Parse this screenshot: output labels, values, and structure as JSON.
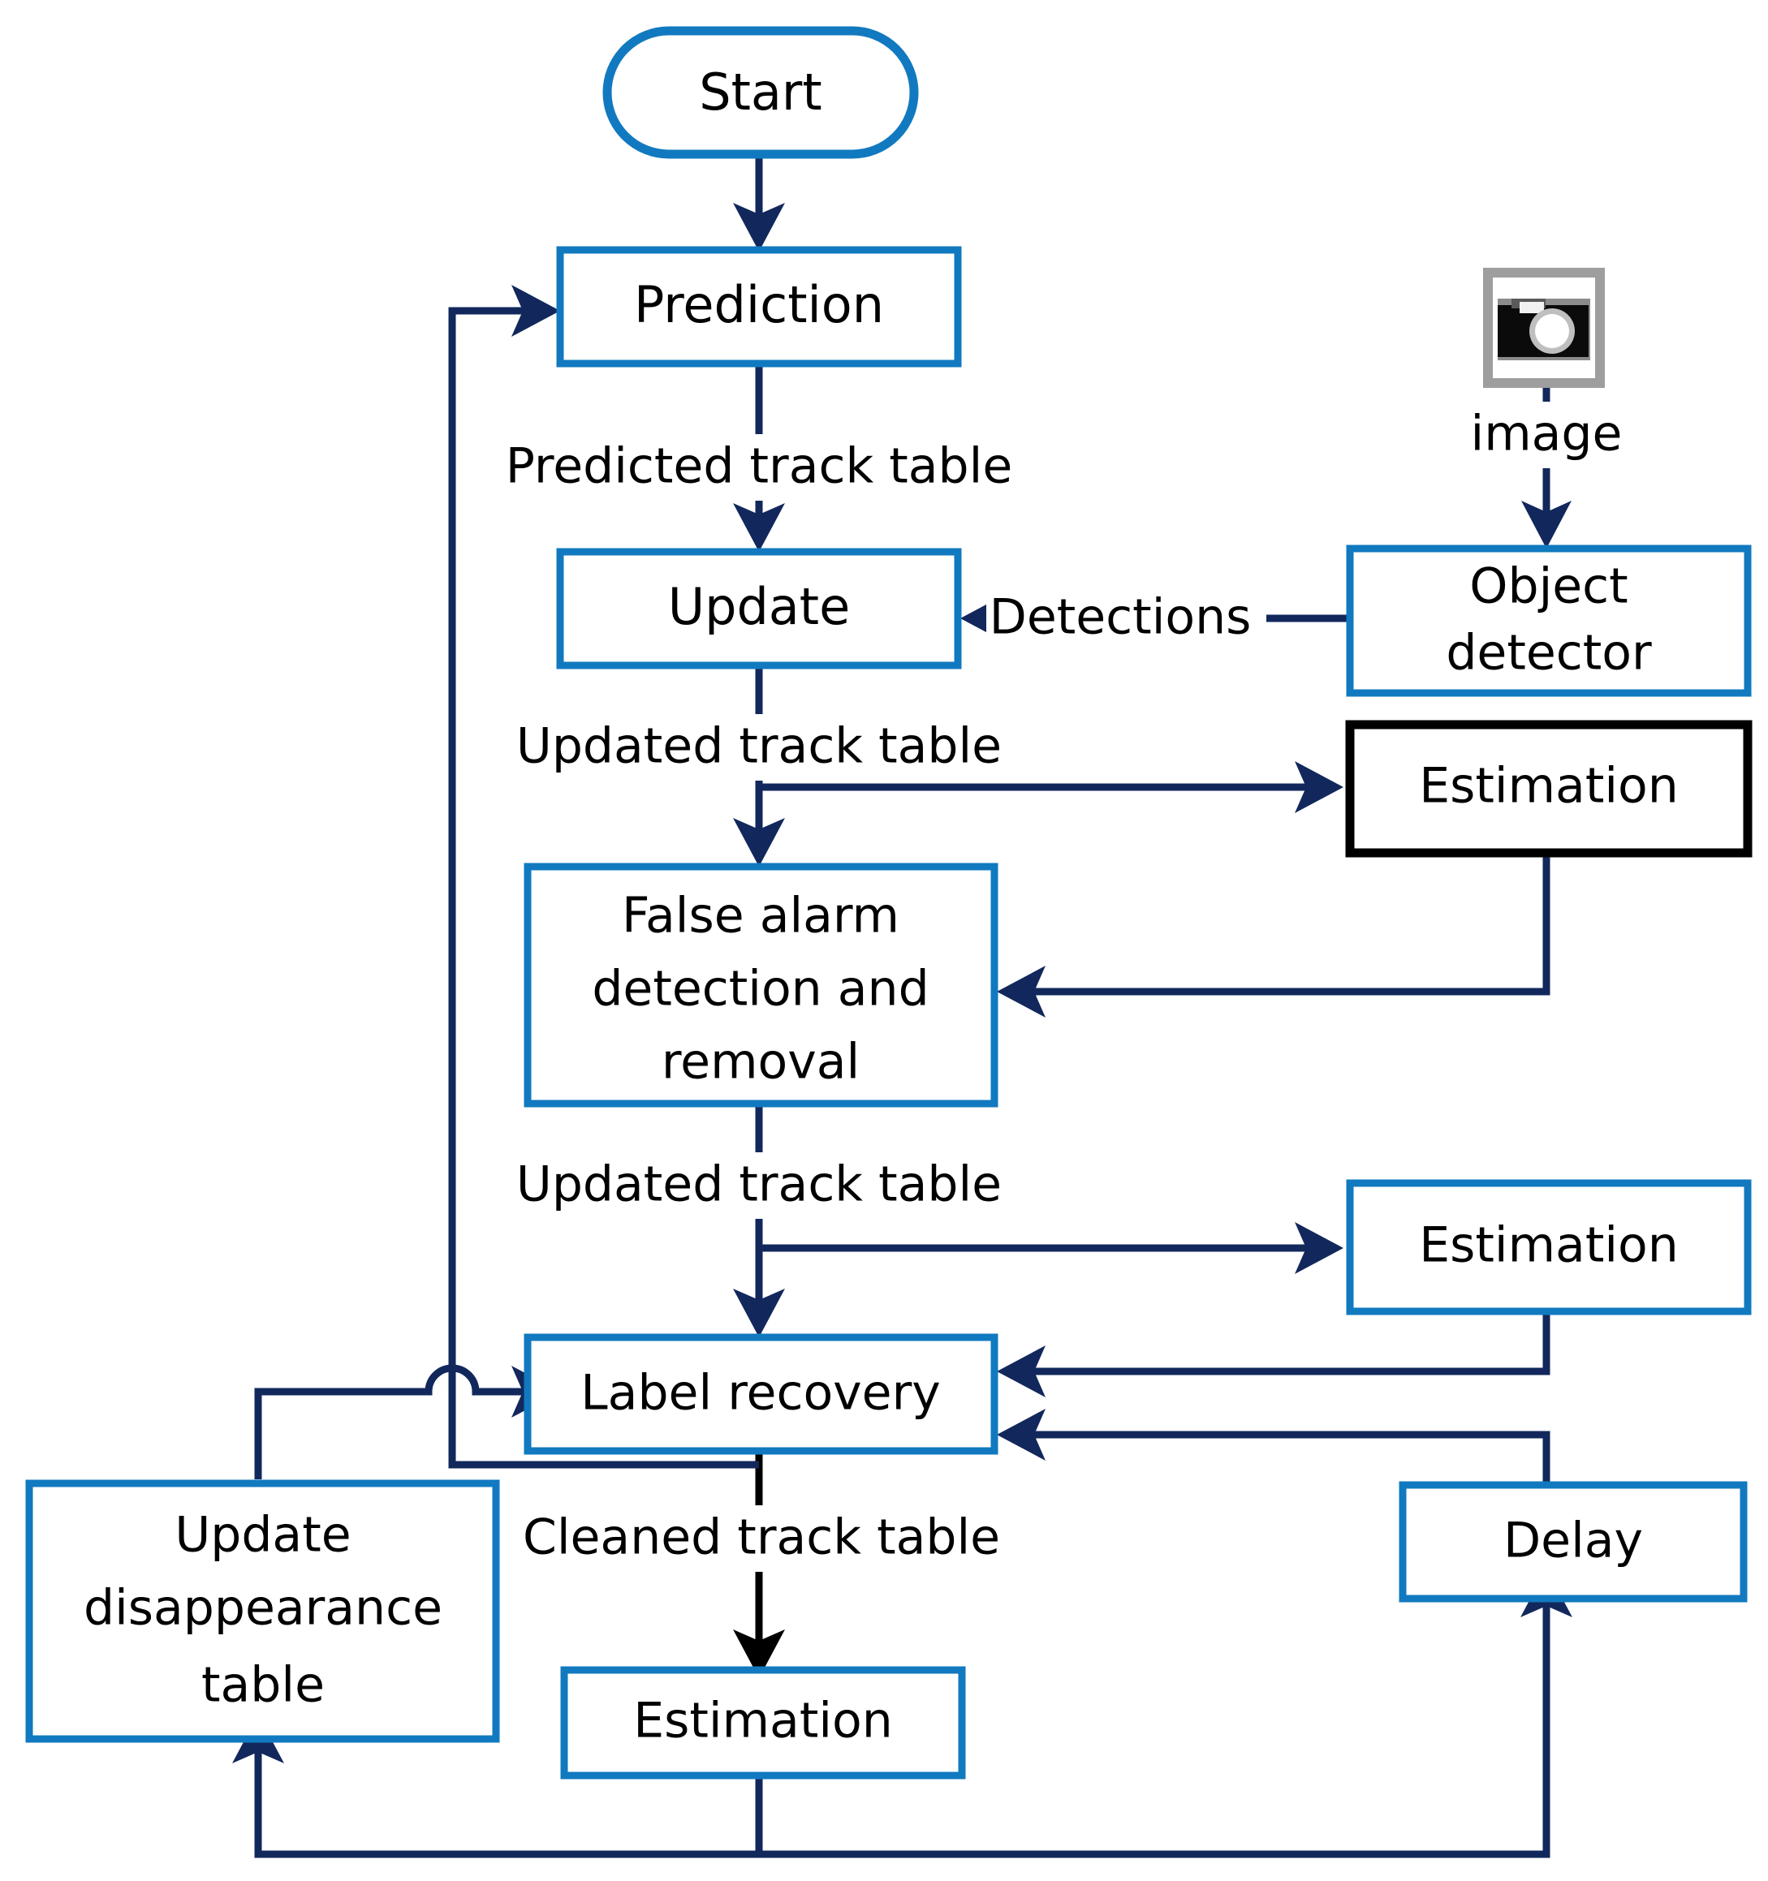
{
  "diagram": {
    "type": "flowchart",
    "title": "Multi-object tracking pipeline flowchart",
    "colors": {
      "box_blue": "#1179bf",
      "box_black": "#000000",
      "connector_navy": "#12285c",
      "connector_black": "#000000",
      "text": "#000000",
      "background": "#ffffff"
    },
    "nodes": [
      {
        "id": "start",
        "label": "Start",
        "shape": "terminator",
        "border": "#1179bf"
      },
      {
        "id": "prediction",
        "label": "Prediction",
        "shape": "rect",
        "border": "#1179bf"
      },
      {
        "id": "update",
        "label": "Update",
        "shape": "rect",
        "border": "#1179bf"
      },
      {
        "id": "false_alarm",
        "label": "False alarm detection and removal",
        "shape": "rect",
        "border": "#1179bf",
        "lines": [
          "False alarm",
          "detection and",
          "removal"
        ]
      },
      {
        "id": "label_recovery",
        "label": "Label recovery",
        "shape": "rect",
        "border": "#1179bf"
      },
      {
        "id": "estimation_bottom",
        "label": "Estimation",
        "shape": "rect",
        "border": "#1179bf"
      },
      {
        "id": "update_disappearance",
        "label": "Update disappearance table",
        "shape": "rect",
        "border": "#1179bf",
        "lines": [
          "Update",
          "disappearance",
          "table"
        ]
      },
      {
        "id": "camera",
        "label": "image",
        "shape": "icon",
        "icon": "camera-icon"
      },
      {
        "id": "object_detector",
        "label": "Object detector",
        "shape": "rect",
        "border": "#1179bf",
        "lines": [
          "Object",
          "detector"
        ]
      },
      {
        "id": "estimation_1",
        "label": "Estimation",
        "shape": "rect",
        "border": "#000000"
      },
      {
        "id": "estimation_2",
        "label": "Estimation",
        "shape": "rect",
        "border": "#1179bf"
      },
      {
        "id": "delay",
        "label": "Delay",
        "shape": "rect",
        "border": "#1179bf"
      }
    ],
    "edge_labels": [
      {
        "id": "predicted_track_table",
        "text": "Predicted track table"
      },
      {
        "id": "detections",
        "text": "Detections"
      },
      {
        "id": "updated_track_table_1",
        "text": "Updated track table"
      },
      {
        "id": "updated_track_table_2",
        "text": "Updated track table"
      },
      {
        "id": "cleaned_track_table",
        "text": "Cleaned track table"
      },
      {
        "id": "image_label",
        "text": "image"
      }
    ],
    "edges": [
      {
        "from": "start",
        "to": "prediction",
        "label": ""
      },
      {
        "from": "prediction",
        "to": "update",
        "label": "Predicted track table"
      },
      {
        "from": "object_detector",
        "to": "update",
        "label": "Detections"
      },
      {
        "from": "camera",
        "to": "object_detector",
        "label": "image"
      },
      {
        "from": "update",
        "to": "false_alarm",
        "label": "Updated track table"
      },
      {
        "from": "update",
        "to": "estimation_1",
        "label": ""
      },
      {
        "from": "estimation_1",
        "to": "false_alarm",
        "label": ""
      },
      {
        "from": "false_alarm",
        "to": "label_recovery",
        "label": "Updated track table"
      },
      {
        "from": "false_alarm",
        "to": "estimation_2",
        "label": ""
      },
      {
        "from": "estimation_2",
        "to": "label_recovery",
        "label": ""
      },
      {
        "from": "delay",
        "to": "label_recovery",
        "label": ""
      },
      {
        "from": "label_recovery",
        "to": "estimation_bottom",
        "label": "Cleaned track table"
      },
      {
        "from": "label_recovery",
        "to": "prediction",
        "label": ""
      },
      {
        "from": "update_disappearance",
        "to": "label_recovery",
        "label": ""
      },
      {
        "from": "estimation_bottom",
        "to": "update_disappearance",
        "label": ""
      },
      {
        "from": "estimation_bottom",
        "to": "delay",
        "label": ""
      }
    ]
  }
}
